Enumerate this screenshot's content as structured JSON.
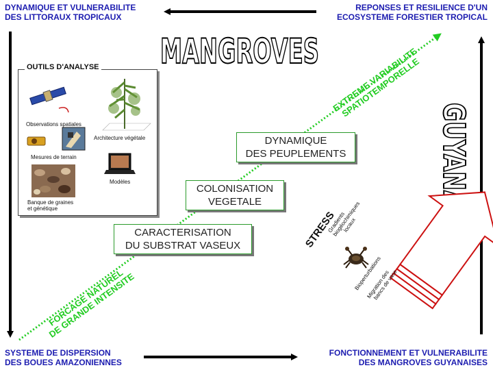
{
  "corners": {
    "top_left": [
      "DYNAMIQUE ET VULNERABILITE",
      "DES LITTORAUX TROPICAUX"
    ],
    "top_right": [
      "REPONSES ET RESILIENCE D'UN",
      "ECOSYSTEME FORESTIER TROPICAL"
    ],
    "bottom_left": [
      "SYSTEME DE DISPERSION",
      "DES BOUES AMAZONIENNES"
    ],
    "bottom_right": [
      "FONCTIONNEMENT ET VULNERABILITE",
      "DES MANGROVES GUYANAISES"
    ]
  },
  "title": "MANGROVES",
  "side_title": "GUYANAISES",
  "diagonal": {
    "top": [
      "EXTREME VARIABILITE",
      "SPATIOTEMPORELLE"
    ],
    "bottom": [
      "FORCAGE NATUREL",
      "DE GRANDE INTENSITE"
    ]
  },
  "steps": [
    [
      "CARACTERISATION",
      "DU SUBSTRAT VASEUX"
    ],
    [
      "COLONISATION",
      "VEGETALE"
    ],
    [
      "DYNAMIQUE",
      "DES PEUPLEMENTS"
    ]
  ],
  "outils": {
    "title": "OUTILS D'ANALYSE",
    "observations": "Observations spatiales",
    "architecture": "Architecture végétale",
    "mesures": "Mesures de terrain",
    "modeles": "Modèles",
    "banque": [
      "Banque de graines",
      "et génétique"
    ]
  },
  "stress": {
    "title": "STRESS",
    "gradients": [
      "Gradients",
      "biogéochimiques",
      "locaux"
    ],
    "bioperturbations": "Bioperturbations",
    "migration": [
      "Migration des",
      "bancs de vase"
    ]
  },
  "colors": {
    "corner_text": "#1c1cb0",
    "green": "#22cc22",
    "stress_red": "#cc1111",
    "box_border": "#2a9a2a"
  }
}
